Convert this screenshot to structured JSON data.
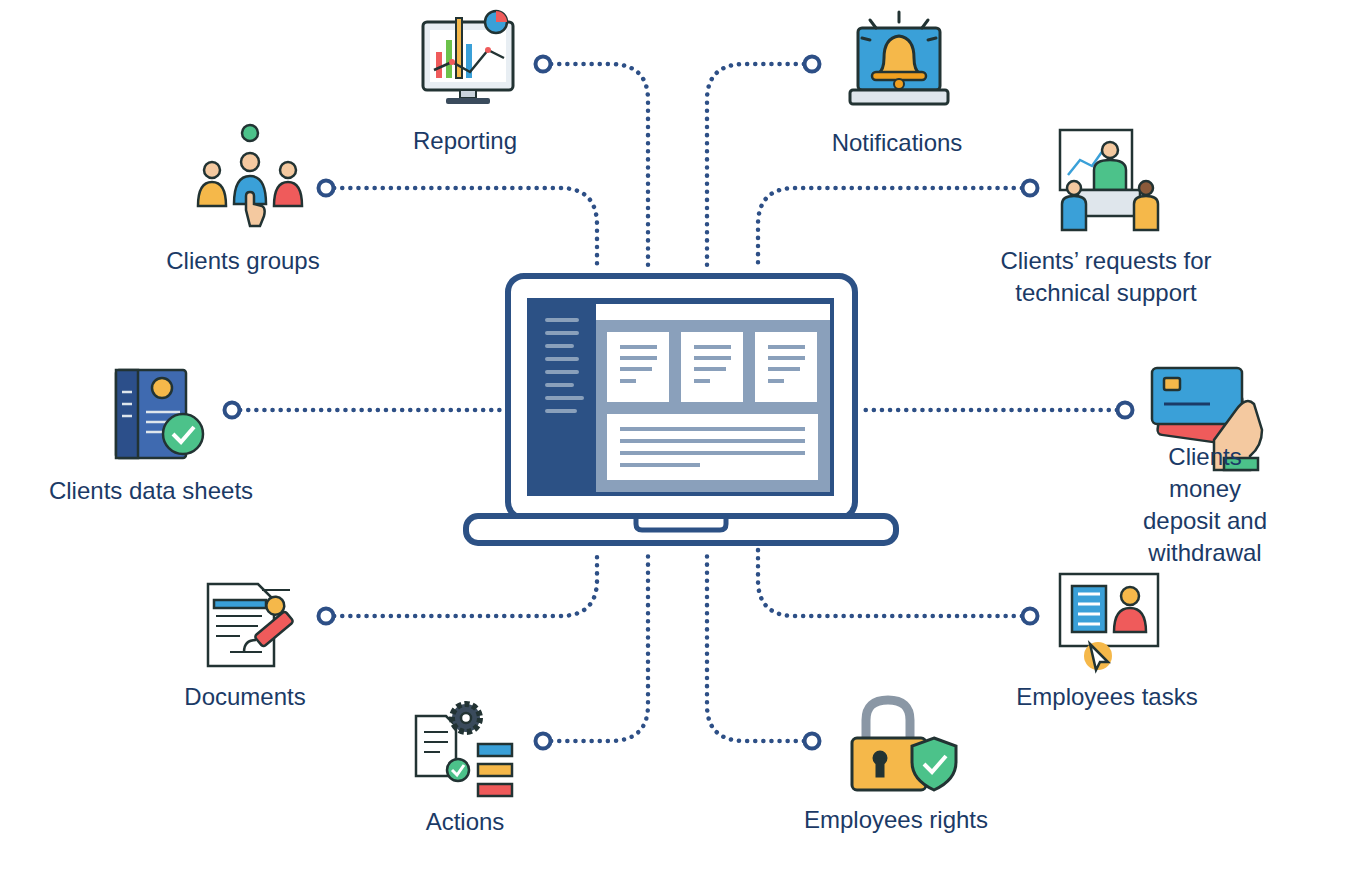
{
  "diagram": {
    "labels": [
      "Reporting",
      "Notifications",
      "Clients groups",
      "Clients’ requests for technical support",
      "Clients data sheets",
      "Clients money deposit and withdrawal",
      "Documents",
      "Employees tasks",
      "Actions",
      "Employees rights"
    ]
  }
}
